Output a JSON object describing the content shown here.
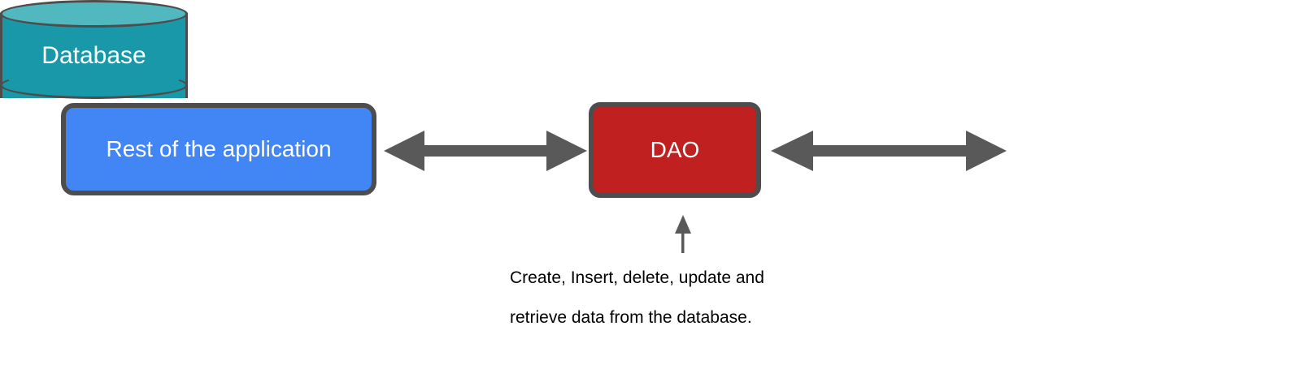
{
  "diagram": {
    "title": "DAO pattern layered diagram",
    "background_color": "#ffffff",
    "nodes": [
      {
        "id": "rest-of-application",
        "label": "Rest of the application",
        "shape": "rounded-rectangle",
        "fill_color": "#4285f4",
        "border_color": "#4d4d4d",
        "text_color": "#ffffff"
      },
      {
        "id": "dao",
        "label": "DAO",
        "shape": "rounded-rectangle",
        "fill_color": "#c0201f",
        "border_color": "#4d4d4d",
        "text_color": "#ffffff"
      },
      {
        "id": "database",
        "label": "Database",
        "shape": "cylinder",
        "fill_color": "#1898a8",
        "top_fill_color": "#52b8c0",
        "border_color": "#4d4d4d",
        "text_color": "#ffffff"
      }
    ],
    "edges": [
      {
        "id": "edge-app-dao",
        "from": "rest-of-application",
        "to": "dao",
        "style": "double-headed-arrow",
        "color": "#595959",
        "label": ""
      },
      {
        "id": "edge-dao-database",
        "from": "dao",
        "to": "database",
        "style": "double-headed-arrow",
        "color": "#595959",
        "label": ""
      },
      {
        "id": "edge-caption-pointer",
        "from": "caption",
        "to": "dao",
        "style": "thin-arrow",
        "color": "#595959",
        "label": ""
      }
    ],
    "annotation": {
      "id": "dao-responsibilities",
      "line1": "Create, Insert, delete, update and",
      "line2": "retrieve data from the database.",
      "text_color": "#000000"
    }
  }
}
